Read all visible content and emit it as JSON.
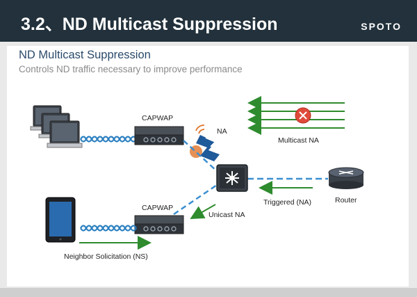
{
  "header": {
    "title": "3.2、ND Multicast Suppression",
    "brand": "SPOTO"
  },
  "slide": {
    "title": "ND Multicast Suppression",
    "subtitle": "Controls ND traffic necessary to improve performance"
  },
  "diagram": {
    "capwap_top": "CAPWAP",
    "capwap_bottom": "CAPWAP",
    "na": "NA",
    "multicast_na": "Multicast NA",
    "triggered_na": "Triggered (NA)",
    "router": "Router",
    "unicast_na": "Unicast NA",
    "neighbor_solicitation": "Neighbor Solicitation (NS)"
  },
  "colors": {
    "header_bg": "#22313b",
    "arrow_green": "#2e8b2e",
    "dashed_blue": "#3b8fd0",
    "wave_blue": "#2a7fc0",
    "x_red": "#e04a3a"
  }
}
